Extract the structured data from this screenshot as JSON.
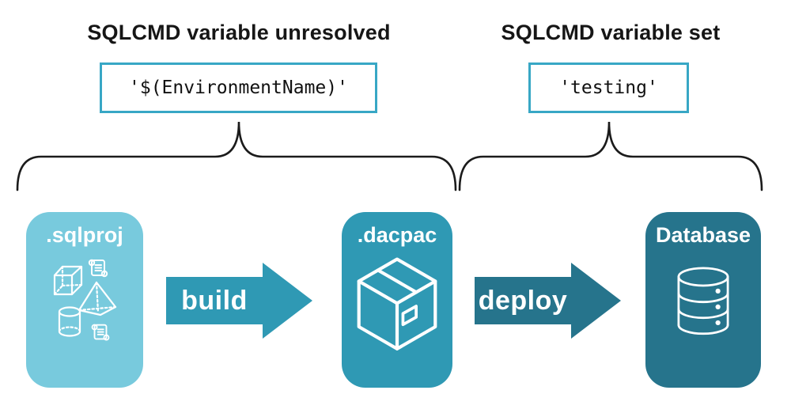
{
  "annotations": {
    "unresolved": {
      "title": "SQLCMD variable unresolved",
      "code": "'$(EnvironmentName)'"
    },
    "set": {
      "title": "SQLCMD variable set",
      "code": "'testing'"
    }
  },
  "pipeline": {
    "stages": [
      {
        "label": ".sqlproj",
        "icon": "sql-project-objects-icon",
        "color": "#78cadd"
      },
      {
        "label": ".dacpac",
        "icon": "package-box-icon",
        "color": "#2f99b4"
      },
      {
        "label": "Database",
        "icon": "database-cylinder-icon",
        "color": "#26748c"
      }
    ],
    "arrows": [
      {
        "label": "build",
        "color": "#2f99b4"
      },
      {
        "label": "deploy",
        "color": "#26748c"
      }
    ]
  },
  "colors": {
    "codebox_border": "#38a7c5",
    "brace_stroke": "#1b1b1b",
    "text": "#161616",
    "stage_light": "#78cadd",
    "stage_mid": "#2f99b4",
    "stage_dark": "#26748c"
  }
}
